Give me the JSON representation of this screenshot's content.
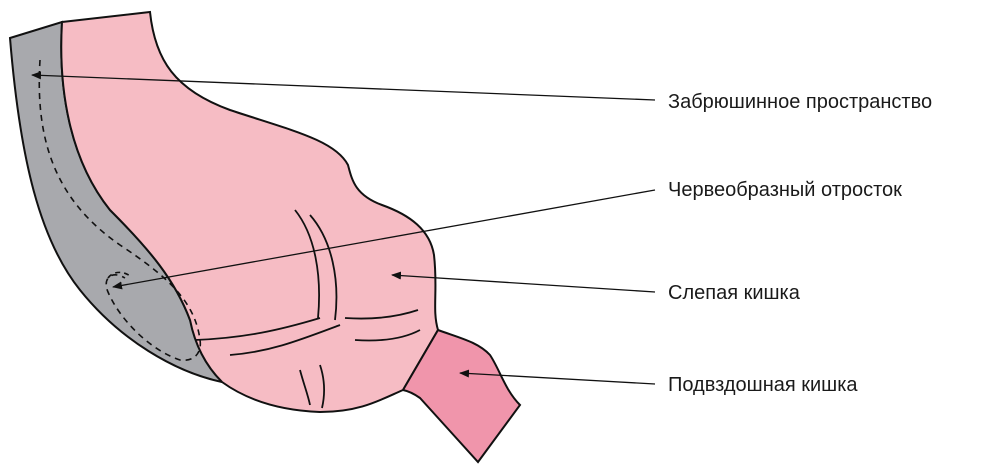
{
  "labels": {
    "retroperitoneum": "Забрюшинное пространство",
    "appendix": "Червеобразный отросток",
    "cecum": "Слепая кишка",
    "ileum": "Подвздошная кишка"
  },
  "colors": {
    "retroperitoneum_fill": "#a8a9ad",
    "cecum_fill": "#f6bcc4",
    "ileum_fill": "#f095ab",
    "outline": "#111111",
    "text": "#1a1a1a"
  }
}
